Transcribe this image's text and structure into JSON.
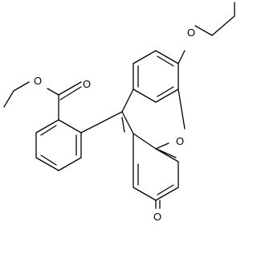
{
  "molecule": {
    "atoms": {
      "ether_o": "O",
      "ring_o": "O",
      "ester_carbonyl_o": "O",
      "ester_alkoxy_o": "O",
      "keto_o": "O"
    }
  }
}
